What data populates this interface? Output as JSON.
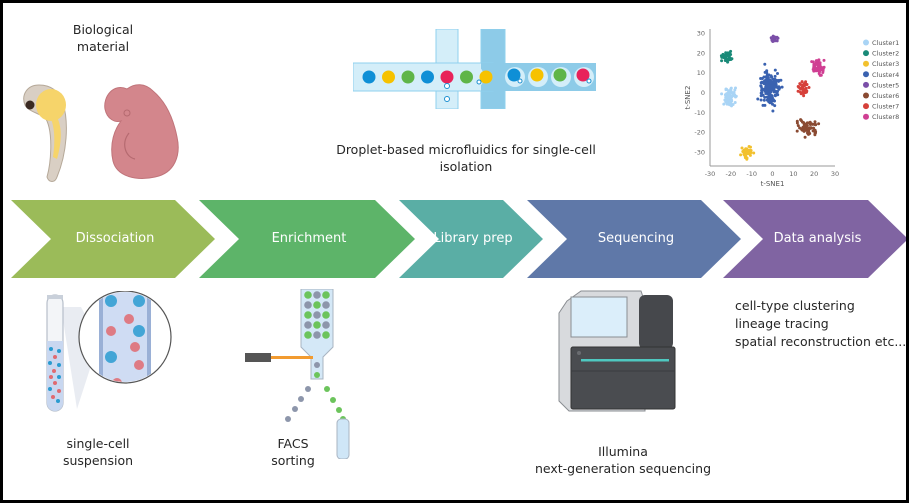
{
  "labels": {
    "biological_material": [
      "Biological",
      "material"
    ],
    "microfluidics": [
      "Droplet-based microfluidics for single-cell",
      "isolation"
    ],
    "single_cell": [
      "single-cell",
      "suspension"
    ],
    "facs": [
      "FACS",
      "sorting"
    ],
    "illumina": [
      "Illumina",
      "next-generation sequencing"
    ]
  },
  "pipeline": {
    "stages": [
      {
        "label": "Dissociation",
        "color": "#9bbb59"
      },
      {
        "label": "Enrichment",
        "color": "#5db469"
      },
      {
        "label": "Library prep",
        "color": "#5aaea5"
      },
      {
        "label": "Sequencing",
        "color": "#5f78a8"
      },
      {
        "label": "Data analysis",
        "color": "#8064a2"
      }
    ]
  },
  "analysis_items": [
    "cell-type clustering",
    "lineage tracing",
    "spatial reconstruction etc..."
  ],
  "chart_data": {
    "type": "scatter",
    "title": "",
    "xlabel": "t-SNE1",
    "ylabel": "t-SNE2",
    "xlim": [
      -30,
      30
    ],
    "ylim": [
      -37,
      32
    ],
    "xticks": [
      -30,
      -20,
      -10,
      0,
      10,
      20,
      30
    ],
    "yticks": [
      30,
      20,
      10,
      0,
      -10,
      -20,
      -30
    ],
    "grid": false,
    "legend_position": "right",
    "series": [
      {
        "name": "Cluster1",
        "color": "#a9d4f5",
        "center": [
          -20,
          -2
        ],
        "spread": [
          5,
          7
        ],
        "n": 70
      },
      {
        "name": "Cluster2",
        "color": "#1a8a78",
        "center": [
          -22,
          18
        ],
        "spread": [
          4.5,
          4
        ],
        "n": 40
      },
      {
        "name": "Cluster3",
        "color": "#f2c12e",
        "center": [
          -12,
          -30
        ],
        "spread": [
          4,
          4
        ],
        "n": 40
      },
      {
        "name": "Cluster4",
        "color": "#3a62b0",
        "center": [
          -1,
          2
        ],
        "spread": [
          8,
          13
        ],
        "n": 180
      },
      {
        "name": "Cluster5",
        "color": "#7b4fa8",
        "center": [
          1,
          27
        ],
        "spread": [
          3,
          3
        ],
        "n": 22
      },
      {
        "name": "Cluster6",
        "color": "#8a4a32",
        "center": [
          17,
          -18
        ],
        "spread": [
          8,
          6
        ],
        "n": 70
      },
      {
        "name": "Cluster7",
        "color": "#d6403a",
        "center": [
          15,
          2
        ],
        "spread": [
          3.5,
          6
        ],
        "n": 40
      },
      {
        "name": "Cluster8",
        "color": "#d03f93",
        "center": [
          22,
          13
        ],
        "spread": [
          5,
          6
        ],
        "n": 60
      }
    ]
  },
  "microfluidics": {
    "input_droplets": [
      "#0f8fd6",
      "#f6c200",
      "#5fb548",
      "#0f8fd6",
      "#e8235a",
      "#5fb548",
      "#f6c200"
    ],
    "encapsulated_droplets": [
      "#0f8fd6",
      "#f6c200",
      "#5fb548",
      "#e8235a"
    ]
  }
}
